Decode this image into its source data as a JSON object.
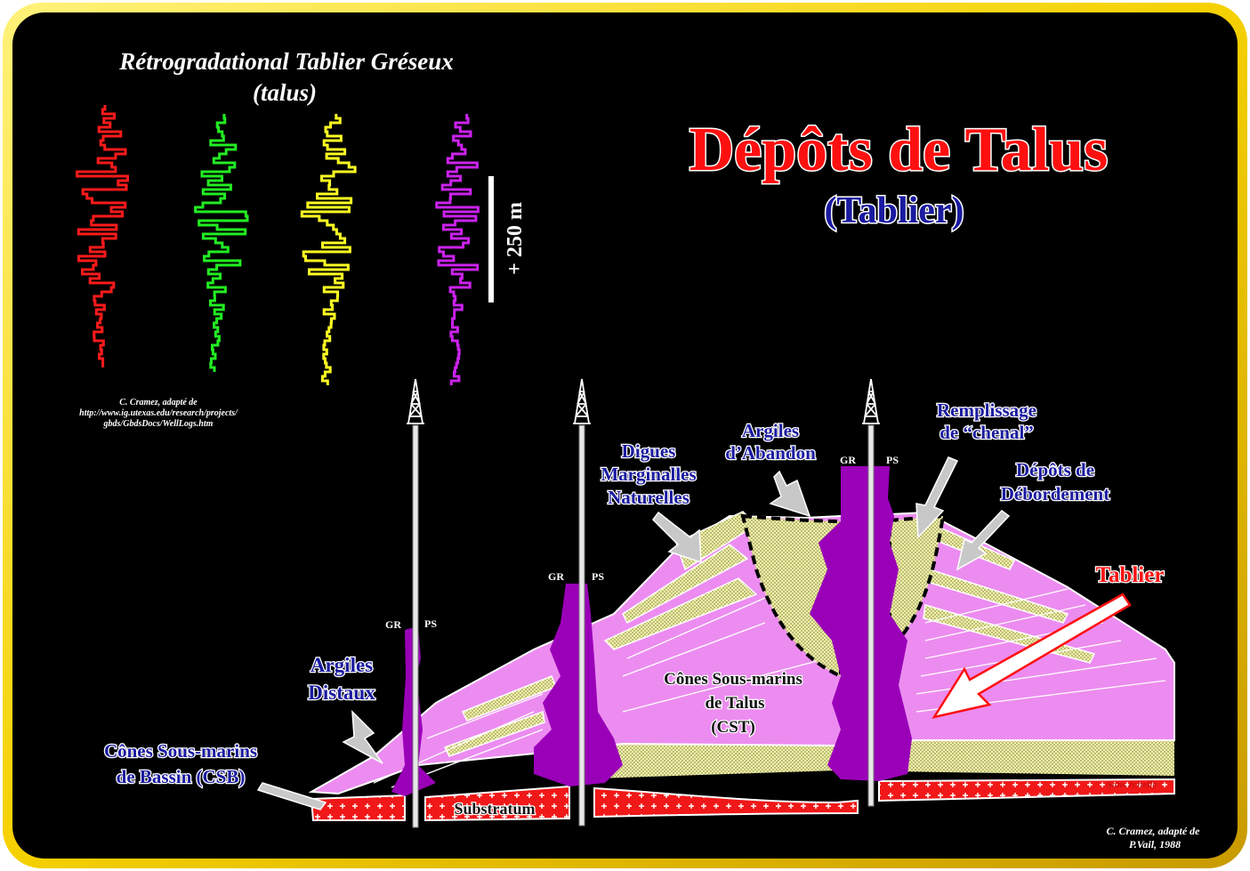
{
  "logs_panel": {
    "title_line1": "Rétrogradational Tablier Gréseux",
    "title_line2": "(talus)",
    "scale_label": "+ 250 m",
    "curve_colors": [
      "#ff1a1a",
      "#22ee22",
      "#ffff22",
      "#cc22ee"
    ],
    "credit_lines": [
      "C. Cramez, adapté de",
      "http://www.ig.utexas.edu/research/projects/",
      "gbds/GbdsDocs/WellLogs.htm"
    ]
  },
  "heading": {
    "title": "Dépôts de Talus",
    "subtitle": "(Tablier)"
  },
  "wells": [
    {
      "gr": "GR",
      "ps": "PS"
    },
    {
      "gr": "GR",
      "ps": "PS"
    },
    {
      "gr": "GR",
      "ps": "PS"
    }
  ],
  "labels": {
    "argiles_distaux_1": "Argiles",
    "argiles_distaux_2": "Distaux",
    "csb_1": "Cônes Sous-marins",
    "csb_2": "de Bassin (CSB)",
    "digues_1": "Digues",
    "digues_2": "Marginalles",
    "digues_3": "Naturelles",
    "abandon_1": "Argiles",
    "abandon_2": "d’Abandon",
    "chenal_1": "Remplissage",
    "chenal_2": "de “chenal”",
    "debord_1": "Dépôts de",
    "debord_2": "Débordement",
    "tablier": "Tablier",
    "cst_1": "Cônes Sous-marins",
    "cst_2": "de Talus",
    "cst_3": "(CST)",
    "substratum": "Substratum",
    "sans_echelle": "Sans échelle"
  },
  "credit": {
    "line1": "C. Cramez, adapté de",
    "line2": "P.Vail, 1988"
  },
  "colors": {
    "background": "#000000",
    "frame": "#f5d800",
    "fan_pink": "#ec8cf0",
    "sand": "#f2f2a8",
    "substratum_red": "#f01818",
    "log_purple": "#9a00b8",
    "label_blue": "#1a1aa0",
    "title_red": "#ff1010"
  }
}
